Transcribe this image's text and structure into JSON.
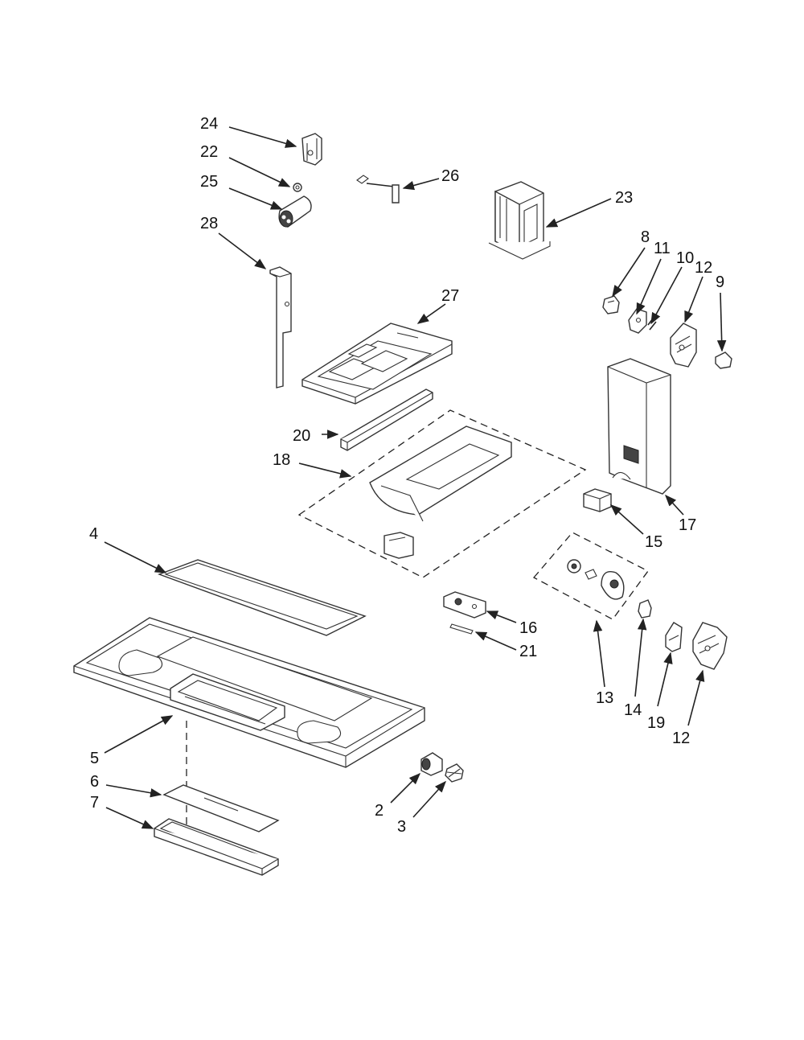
{
  "callouts": {
    "c24": "24",
    "c22": "22",
    "c25": "25",
    "c28": "28",
    "c26": "26",
    "c23": "23",
    "c8": "8",
    "c11": "11",
    "c10": "10",
    "c12a": "12",
    "c9": "9",
    "c27": "27",
    "c20": "20",
    "c18": "18",
    "c17": "17",
    "c15": "15",
    "c4": "4",
    "c16": "16",
    "c21": "21",
    "c13": "13",
    "c14": "14",
    "c19": "19",
    "c12b": "12",
    "c5": "5",
    "c6": "6",
    "c7": "7",
    "c2": "2",
    "c3": "3"
  },
  "colors": {
    "ink": "#222222",
    "paper": "#ffffff"
  }
}
